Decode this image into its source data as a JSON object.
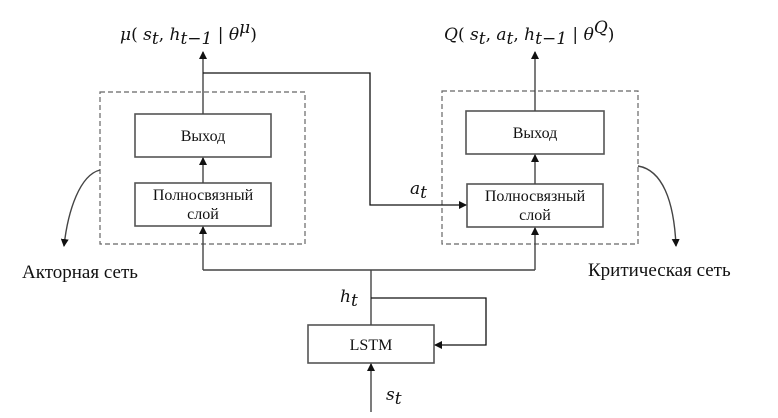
{
  "diagram": {
    "actor_output_formula": "μ( s_t, h_{t−1} | θ^μ )",
    "critic_output_formula": "Q( s_t, a_t, h_{t−1} | θ^Q )",
    "actor": {
      "label": "Акторная сеть",
      "output_block": "Выход",
      "fc_block_line1": "Полносвязный",
      "fc_block_line2": "слой"
    },
    "critic": {
      "label": "Критическая сеть",
      "output_block": "Выход",
      "fc_block_line1": "Полносвязный",
      "fc_block_line2": "слой"
    },
    "lstm_block": "LSTM",
    "action_label": {
      "base": "a",
      "sub": "t"
    },
    "hidden_label": {
      "base": "h",
      "sub": "t"
    },
    "state_label": {
      "base": "s",
      "sub": "t"
    },
    "actor_formula_parts": {
      "fn": "μ",
      "s": "s",
      "h": "h",
      "sub_t": "t",
      "sub_t1": "t−1",
      "theta": "θ",
      "sup": "μ"
    },
    "critic_formula_parts": {
      "fn": "Q",
      "s": "s",
      "a": "a",
      "h": "h",
      "sub_t": "t",
      "sub_t1": "t−1",
      "theta": "θ",
      "sup": "Q"
    }
  }
}
